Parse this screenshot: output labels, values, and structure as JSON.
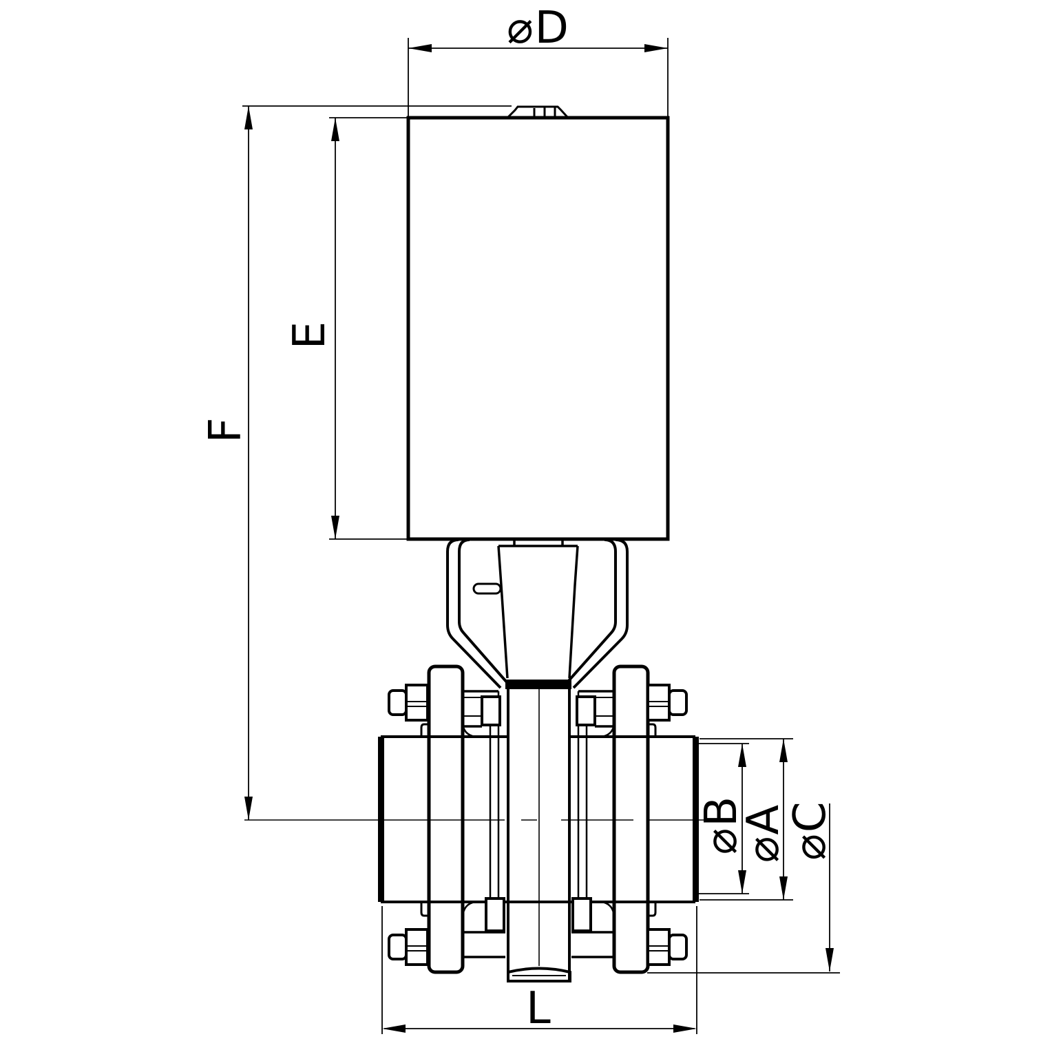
{
  "drawing": {
    "title": "Pneumatic actuated butterfly valve - sectional dimension drawing",
    "colors": {
      "line": "#000000",
      "background": "#ffffff"
    },
    "labels": {
      "dim_d": "⌀D",
      "dim_e": "E",
      "dim_f": "F",
      "dim_b": "⌀B",
      "dim_a": "⌀A",
      "dim_c": "⌀C",
      "dim_l": "L"
    }
  }
}
